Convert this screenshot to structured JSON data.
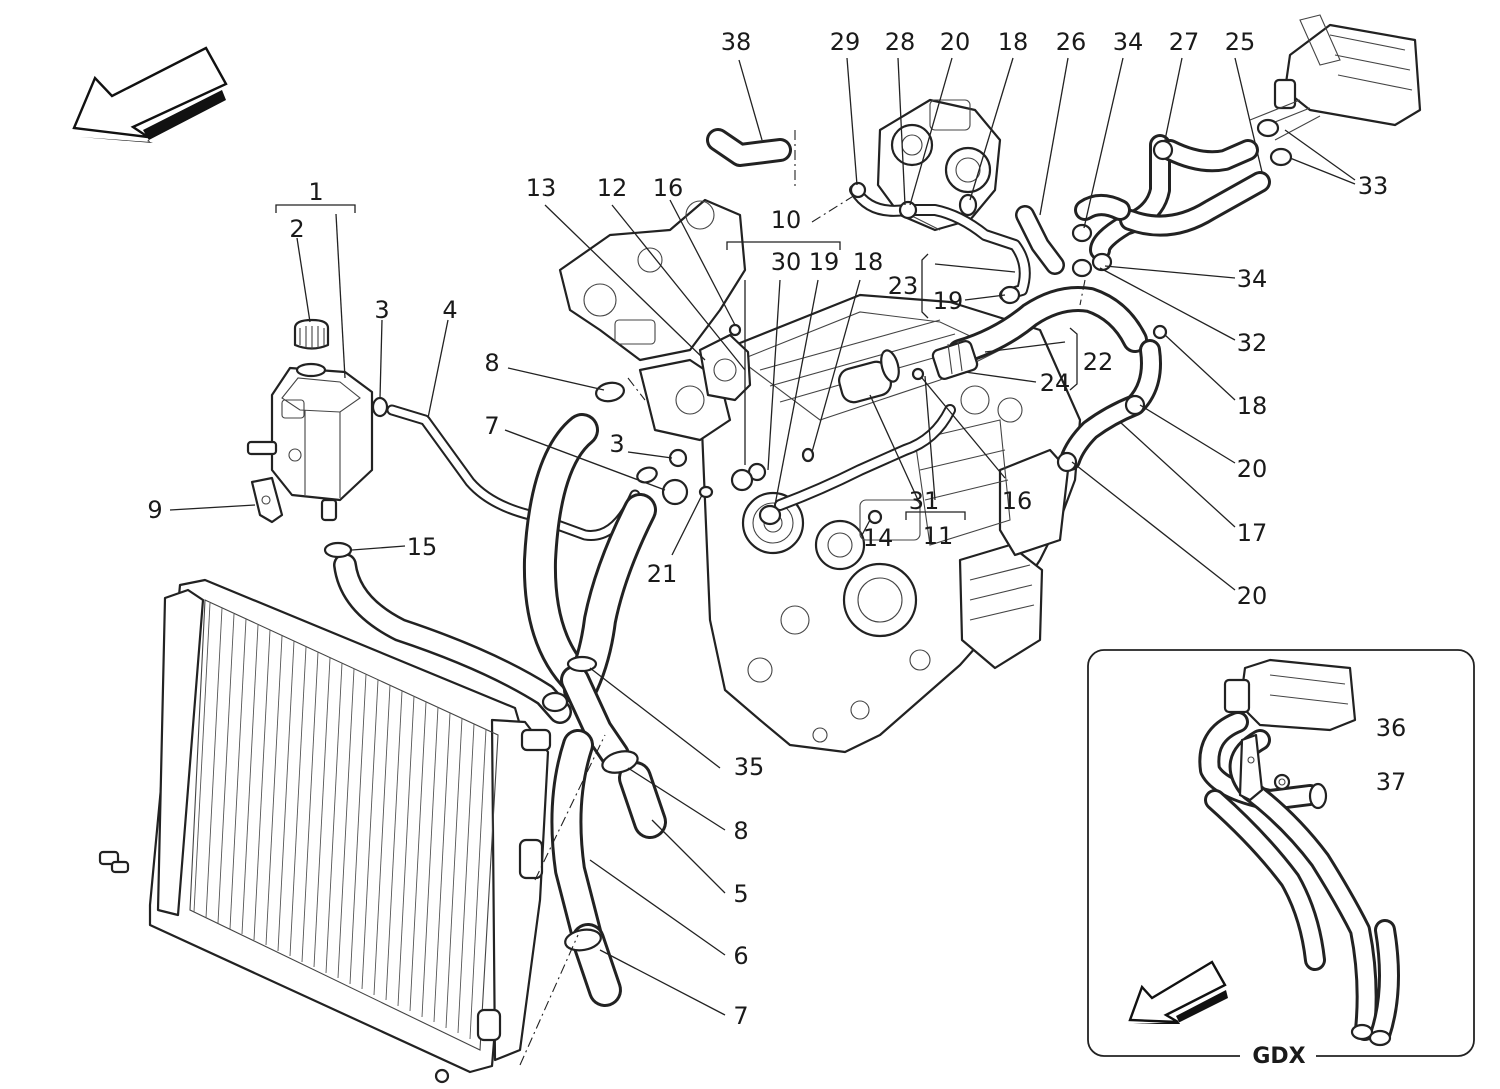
{
  "inset": {
    "title": "GDX"
  },
  "callouts": [
    {
      "id": "c1",
      "text": "1"
    },
    {
      "id": "c2",
      "text": "2"
    },
    {
      "id": "c3a",
      "text": "3"
    },
    {
      "id": "c3b",
      "text": "3"
    },
    {
      "id": "c4",
      "text": "4"
    },
    {
      "id": "c5",
      "text": "5"
    },
    {
      "id": "c6",
      "text": "6"
    },
    {
      "id": "c7a",
      "text": "7"
    },
    {
      "id": "c7b",
      "text": "7"
    },
    {
      "id": "c8a",
      "text": "8"
    },
    {
      "id": "c8b",
      "text": "8"
    },
    {
      "id": "c9",
      "text": "9"
    },
    {
      "id": "c10",
      "text": "10"
    },
    {
      "id": "c11",
      "text": "11"
    },
    {
      "id": "c12",
      "text": "12"
    },
    {
      "id": "c13",
      "text": "13"
    },
    {
      "id": "c14",
      "text": "14"
    },
    {
      "id": "c15",
      "text": "15"
    },
    {
      "id": "c16a",
      "text": "16"
    },
    {
      "id": "c16b",
      "text": "16"
    },
    {
      "id": "c17",
      "text": "17"
    },
    {
      "id": "c18a",
      "text": "18"
    },
    {
      "id": "c18b",
      "text": "18"
    },
    {
      "id": "c18c",
      "text": "18"
    },
    {
      "id": "c19a",
      "text": "19"
    },
    {
      "id": "c19b",
      "text": "19"
    },
    {
      "id": "c20a",
      "text": "20"
    },
    {
      "id": "c20b",
      "text": "20"
    },
    {
      "id": "c20c",
      "text": "20"
    },
    {
      "id": "c21",
      "text": "21"
    },
    {
      "id": "c22",
      "text": "22"
    },
    {
      "id": "c23",
      "text": "23"
    },
    {
      "id": "c24",
      "text": "24"
    },
    {
      "id": "c25",
      "text": "25"
    },
    {
      "id": "c26",
      "text": "26"
    },
    {
      "id": "c27",
      "text": "27"
    },
    {
      "id": "c28",
      "text": "28"
    },
    {
      "id": "c29",
      "text": "29"
    },
    {
      "id": "c30",
      "text": "30"
    },
    {
      "id": "c31",
      "text": "31"
    },
    {
      "id": "c32",
      "text": "32"
    },
    {
      "id": "c33",
      "text": "33"
    },
    {
      "id": "c34a",
      "text": "34"
    },
    {
      "id": "c34b",
      "text": "34"
    },
    {
      "id": "c35",
      "text": "35"
    },
    {
      "id": "c36",
      "text": "36"
    },
    {
      "id": "c37",
      "text": "37"
    },
    {
      "id": "c38",
      "text": "38"
    }
  ]
}
